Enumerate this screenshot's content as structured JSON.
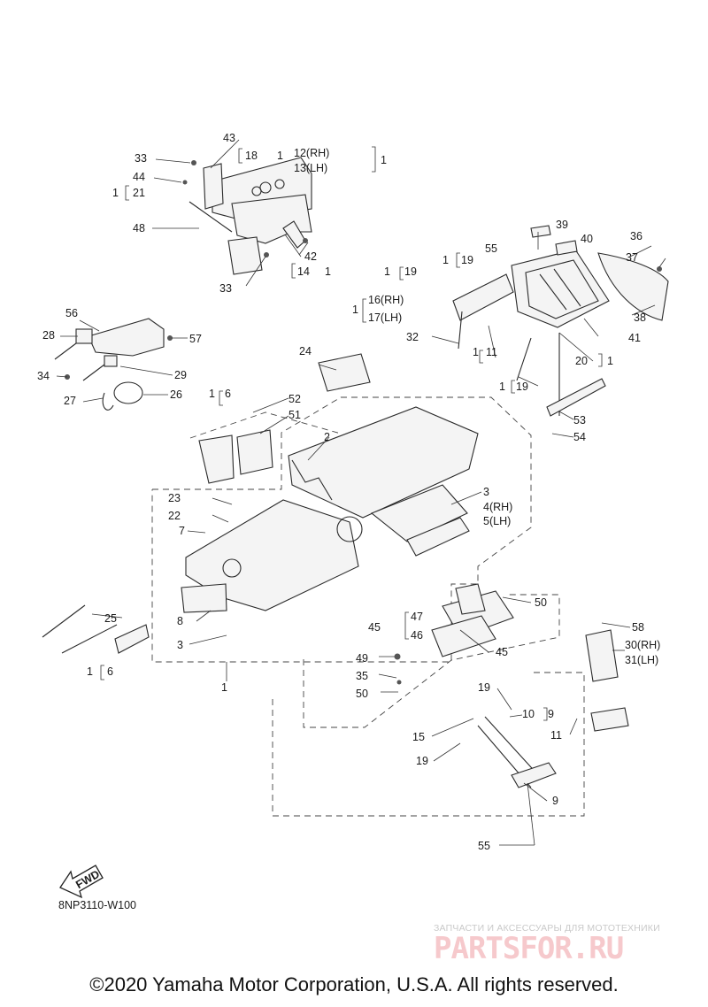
{
  "diagram": {
    "diagram_code": "8NP3110-W100",
    "fwd_label": "FWD",
    "watermark_tagline": "ЗАПЧАСТИ И АКСЕССУАРЫ ДЛЯ МОТОТЕХНИКИ",
    "watermark_brand": "PARTSFOR.RU",
    "copyright": "©2020 Yamaha Motor Corporation, U.S.A. All rights reserved.",
    "callouts": [
      "43",
      "33",
      "18",
      "1",
      "12(RH)",
      "13(LH)",
      "1",
      "44",
      "1",
      "21",
      "48",
      "42",
      "33",
      "14",
      "1",
      "39",
      "40",
      "36",
      "55",
      "37",
      "1",
      "19",
      "1",
      "19",
      "1",
      "16(RH)",
      "17(LH)",
      "38",
      "32",
      "41",
      "1",
      "11",
      "20",
      "1",
      "1",
      "19",
      "53",
      "54",
      "56",
      "28",
      "57",
      "34",
      "29",
      "27",
      "26",
      "24",
      "1",
      "6",
      "52",
      "51",
      "2",
      "23",
      "22",
      "7",
      "3",
      "4(RH)",
      "5(LH)",
      "8",
      "3",
      "25",
      "1",
      "6",
      "1",
      "50",
      "58",
      "45",
      "47",
      "46",
      "45",
      "30(RH)",
      "31(LH)",
      "49",
      "35",
      "50",
      "19",
      "10",
      "9",
      "15",
      "11",
      "19",
      "9",
      "55"
    ]
  }
}
